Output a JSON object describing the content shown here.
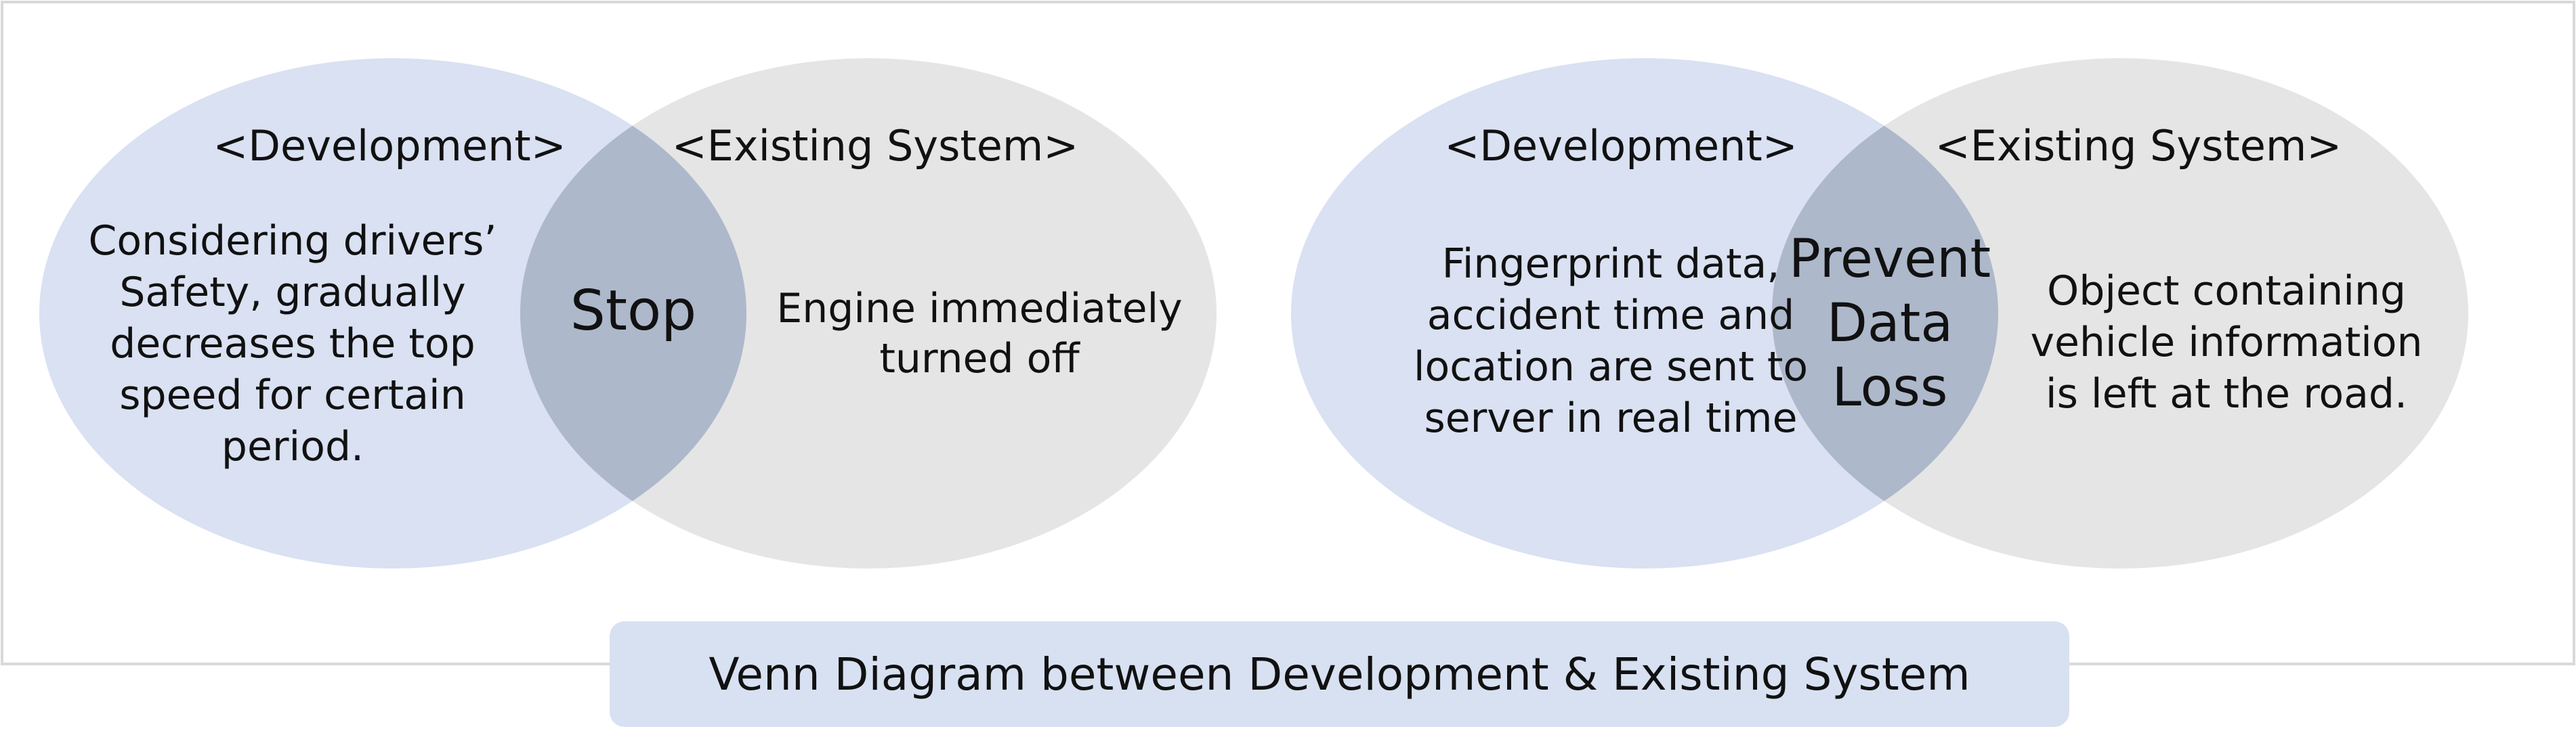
{
  "colors": {
    "development_fill": "#d9e1f2",
    "existing_fill": "#e5e5e5",
    "overlap_fill": "#adb8cb",
    "caption_fill": "#d8e1f2",
    "frame_stroke": "#d9d9d9",
    "text": "#111111"
  },
  "diagrams": [
    {
      "left_heading": "<Development>",
      "right_heading": "<Existing System>",
      "left_text": [
        "Considering drivers’",
        "Safety, gradually",
        "decreases the top",
        "speed for certain",
        "period."
      ],
      "overlap_text": [
        "Stop"
      ],
      "right_text": [
        "Engine immediately",
        "turned off"
      ]
    },
    {
      "left_heading": "<Development>",
      "right_heading": "<Existing System>",
      "left_text": [
        "Fingerprint data,",
        "accident time and",
        "location are sent to",
        "server in real time"
      ],
      "overlap_text": [
        "Prevent",
        "Data",
        "Loss"
      ],
      "right_text": [
        "Object containing",
        "vehicle information",
        "is left at the road."
      ]
    }
  ],
  "caption": "Venn Diagram between Development & Existing System"
}
